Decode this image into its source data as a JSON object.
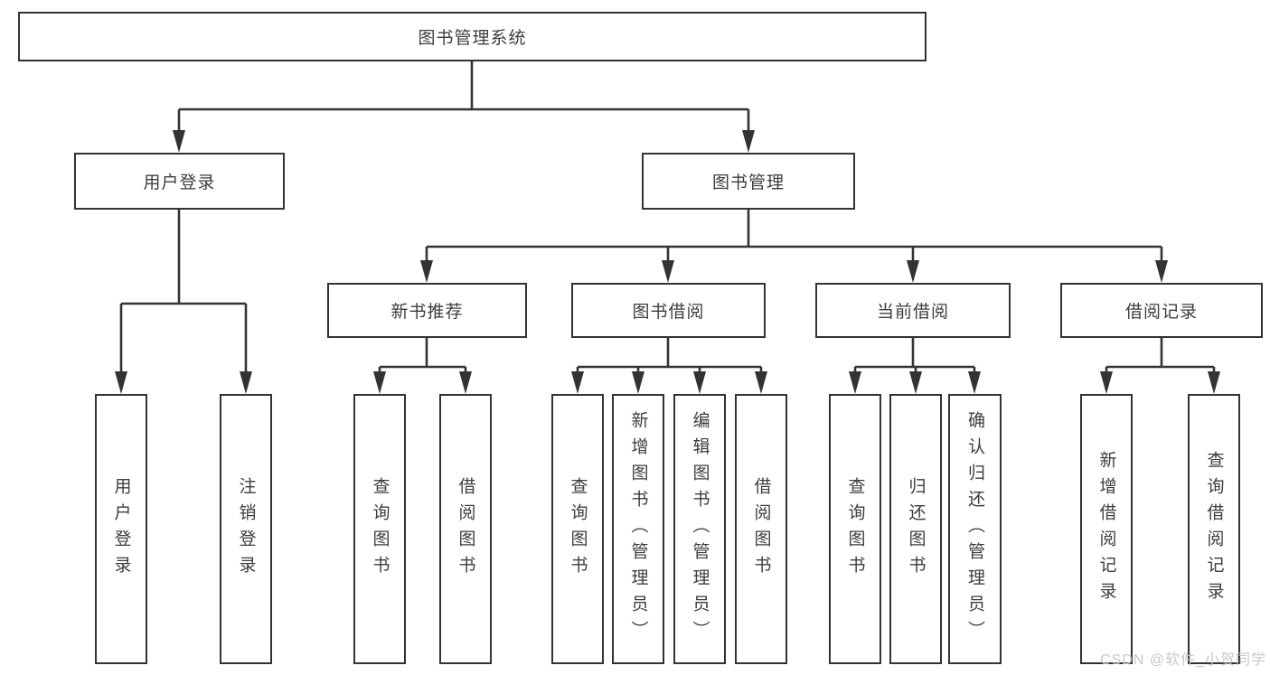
{
  "diagram": {
    "root": "图书管理系统",
    "login": {
      "label": "用户登录",
      "children": [
        "用户登录",
        "注销登录"
      ]
    },
    "management": {
      "label": "图书管理"
    },
    "recommend": {
      "label": "新书推荐",
      "children": [
        "查询图书",
        "借阅图书"
      ]
    },
    "borrow": {
      "label": "图书借阅",
      "children": [
        "查询图书",
        "新增图书（管理员）",
        "编辑图书（管理员）",
        "借阅图书"
      ]
    },
    "current": {
      "label": "当前借阅",
      "children": [
        "查询图书",
        "归还图书",
        "确认归还（管理员）"
      ]
    },
    "records": {
      "label": "借阅记录",
      "children": [
        "新增借阅记录",
        "查询借阅记录"
      ]
    }
  },
  "watermark": "CSDN @软件_小贺同学",
  "colors": {
    "line": "#333333",
    "text": "#3d3d3d",
    "box_background": "#ffffff",
    "watermark": "#c8c8c8"
  }
}
